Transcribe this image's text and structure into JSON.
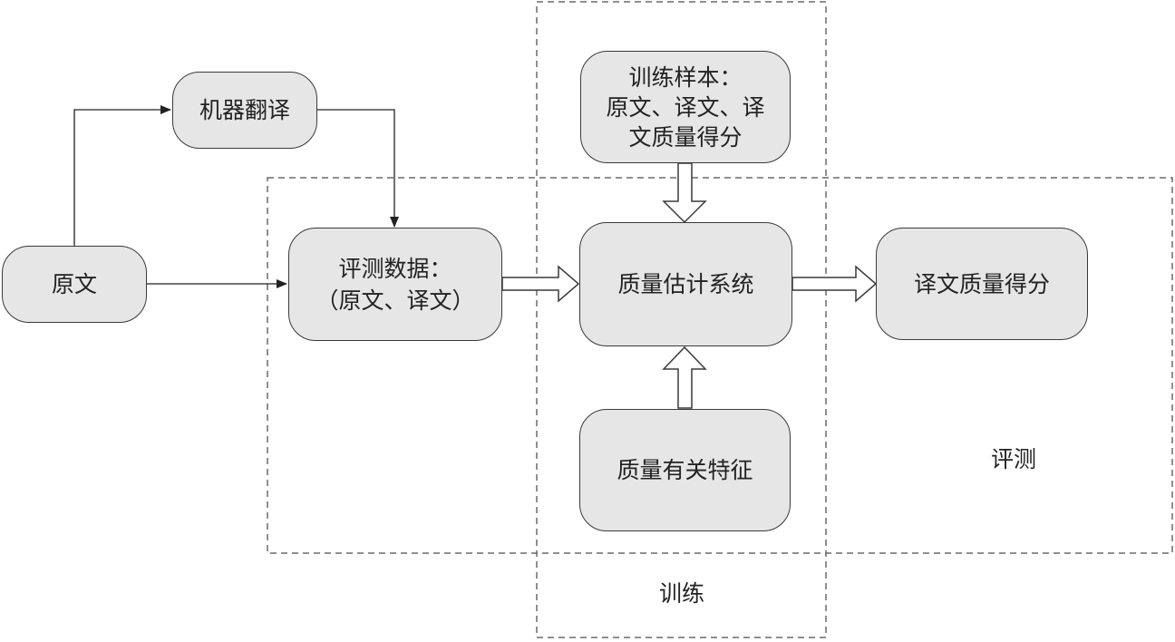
{
  "nodes": {
    "source": "原文",
    "machine_translation": "机器翻译",
    "eval_data": {
      "line1": "评测数据：",
      "line2": "（原文、译文）"
    },
    "training_samples": {
      "line1": "训练样本：",
      "line2": "原文、译文、译",
      "line3": "文质量得分"
    },
    "qe_system": "质量估计系统",
    "quality_features": "质量有关特征",
    "translation_score": "译文质量得分"
  },
  "regions": {
    "evaluation": "评测",
    "training": "训练"
  },
  "colors": {
    "node_fill": "#e6e6e6",
    "stroke": "#3a3a3a",
    "dashed_border": "#6a6a6a"
  }
}
